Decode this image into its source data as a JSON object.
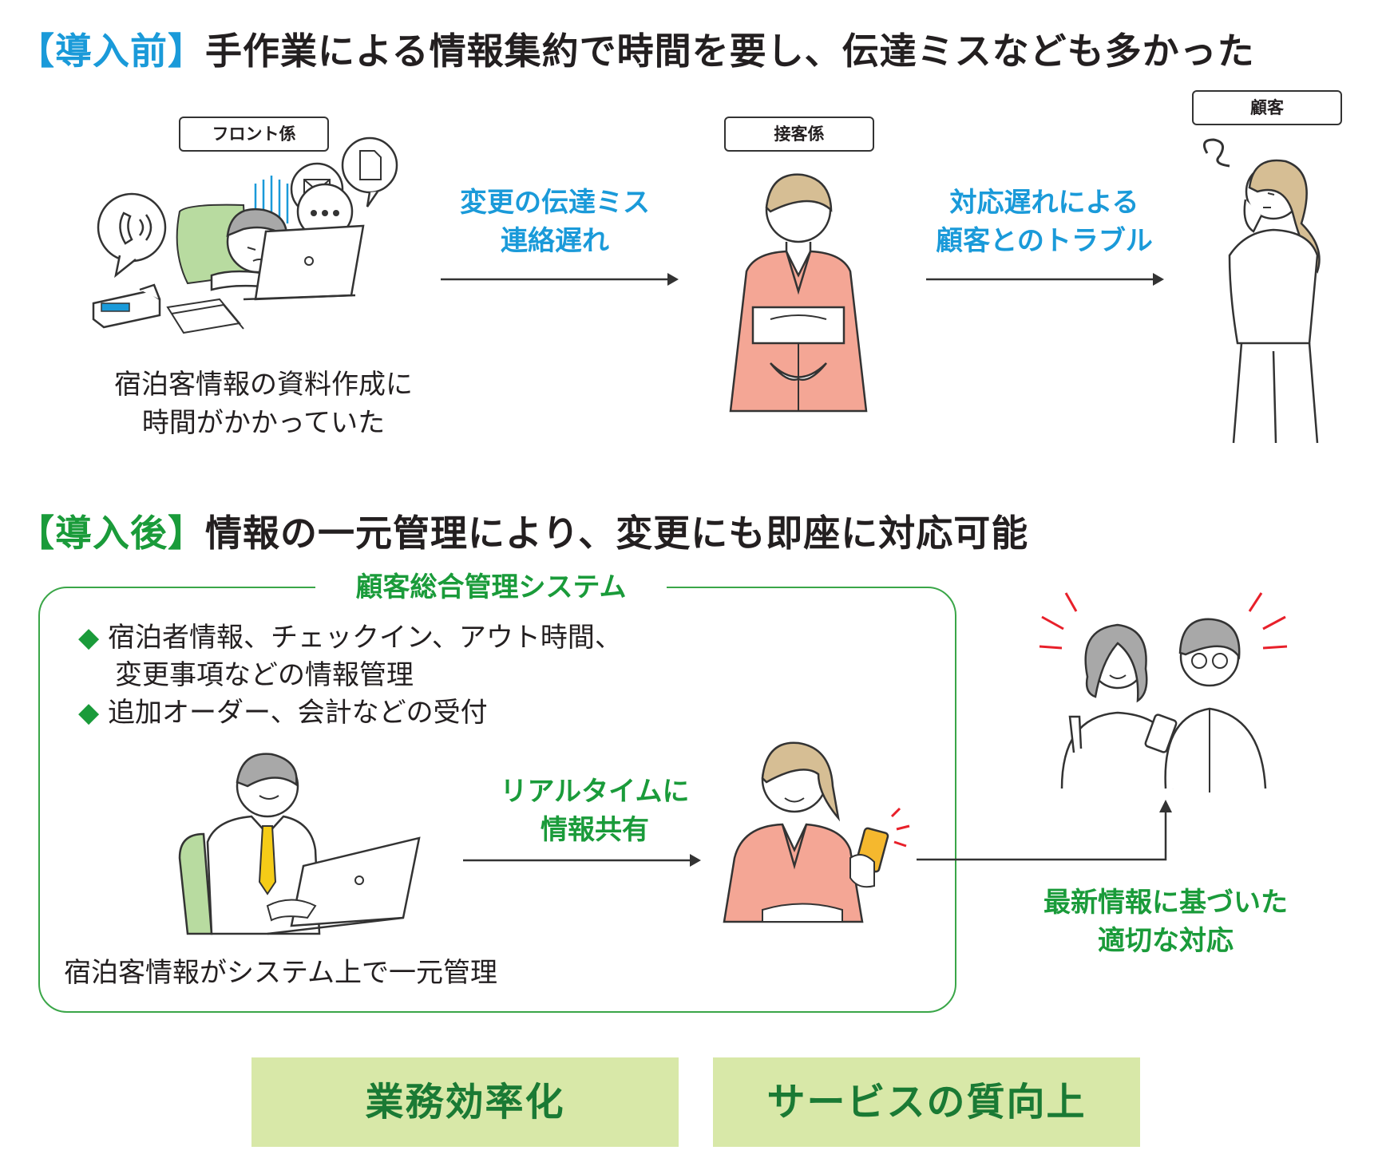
{
  "before": {
    "bracket": "【導入前】",
    "heading": "手作業による情報集約で時間を要し、伝達ミスなども多かった",
    "roles": {
      "front": "フロント係",
      "server": "接客係",
      "customer": "顧客"
    },
    "label1": [
      "変更の伝達ミス",
      "連絡遅れ"
    ],
    "label2": [
      "対応遅れによる",
      "顧客とのトラブル"
    ],
    "caption": [
      "宿泊客情報の資料作成に",
      "時間がかかっていた"
    ]
  },
  "after": {
    "bracket": "【導入後】",
    "heading": "情報の一元管理により、変更にも即座に対応可能",
    "system_title": "顧客総合管理システム",
    "bullets": [
      {
        "marker": "◆",
        "lines": [
          "宿泊者情報、チェックイン、アウト時間、",
          "変更事項などの情報管理"
        ]
      },
      {
        "marker": "◆",
        "lines": [
          "追加オーダー、会計などの受付"
        ]
      }
    ],
    "share_label": [
      "リアルタイムに",
      "情報共有"
    ],
    "caption": "宿泊客情報がシステム上で一元管理",
    "response_label": [
      "最新情報に基づいた",
      "適切な対応"
    ]
  },
  "results": [
    "業務効率化",
    "サービスの質向上"
  ],
  "colors": {
    "blue": "#1a9ad9",
    "green": "#1a9b3a",
    "box_green": "#3aa648",
    "result_bg": "#d8e8a8",
    "kimono": "#f4a695",
    "alert_red": "#e8202a"
  }
}
